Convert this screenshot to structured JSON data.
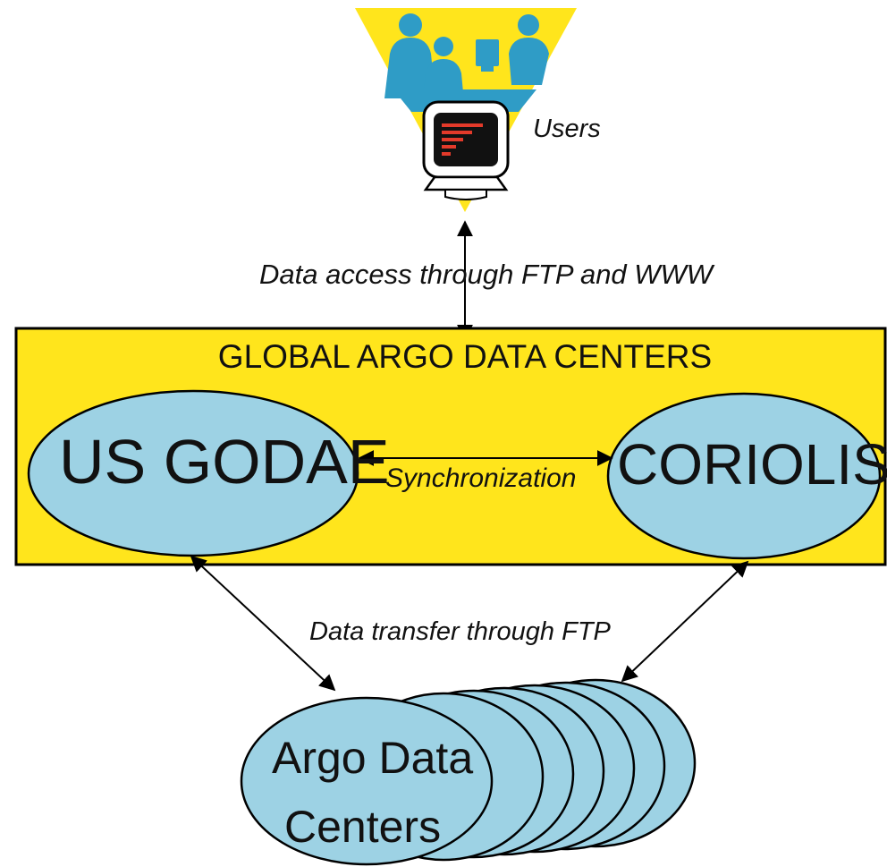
{
  "users": {
    "label": "Users"
  },
  "links": {
    "access": "Data access through FTP and WWW",
    "sync": "Synchronization",
    "transfer": "Data transfer through FTP"
  },
  "global_centers": {
    "title": "GLOBAL ARGO DATA CENTERS",
    "left_center": "US GODAE",
    "right_center": "CORIOLIS"
  },
  "argo_centers": {
    "line1": "Argo Data",
    "line2": "Centers"
  },
  "colors": {
    "box_fill": "#FFE51C",
    "ellipse_fill": "#9DD2E4",
    "triangle_fill": "#FFE51C",
    "silhouette": "#2F9CC6",
    "monitor_screen": "#111111",
    "monitor_bars": "#E33A2A",
    "stroke": "#000000"
  },
  "icons": [
    "users-icon",
    "monitor-icon"
  ],
  "stack_count": 7
}
